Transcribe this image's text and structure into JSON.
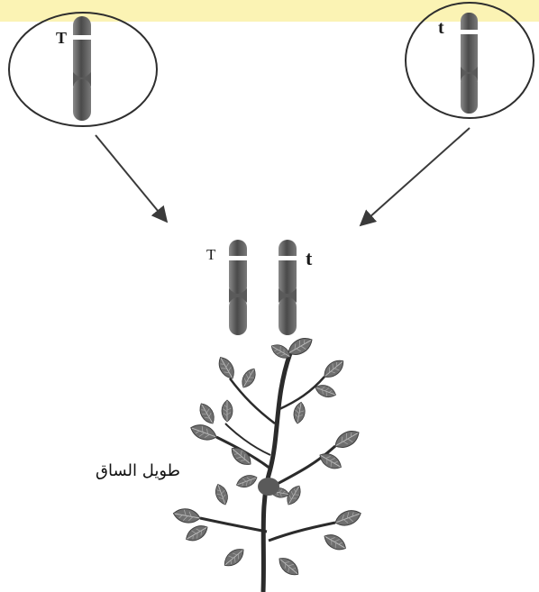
{
  "parent_left": {
    "allele": "T"
  },
  "parent_right": {
    "allele": "t"
  },
  "offspring": {
    "allele_left": "T",
    "allele_right": "t",
    "phenotype_label": "طويل الساق"
  },
  "colors": {
    "header_band": "#fbf3b4",
    "chromosome": "#5a5a5a",
    "arrow": "#3a3a3a",
    "leaf": "#6d6d6d",
    "stem": "#2b2b2b"
  },
  "icons": [
    "chromosome-icon",
    "arrow-icon",
    "plant-icon"
  ]
}
